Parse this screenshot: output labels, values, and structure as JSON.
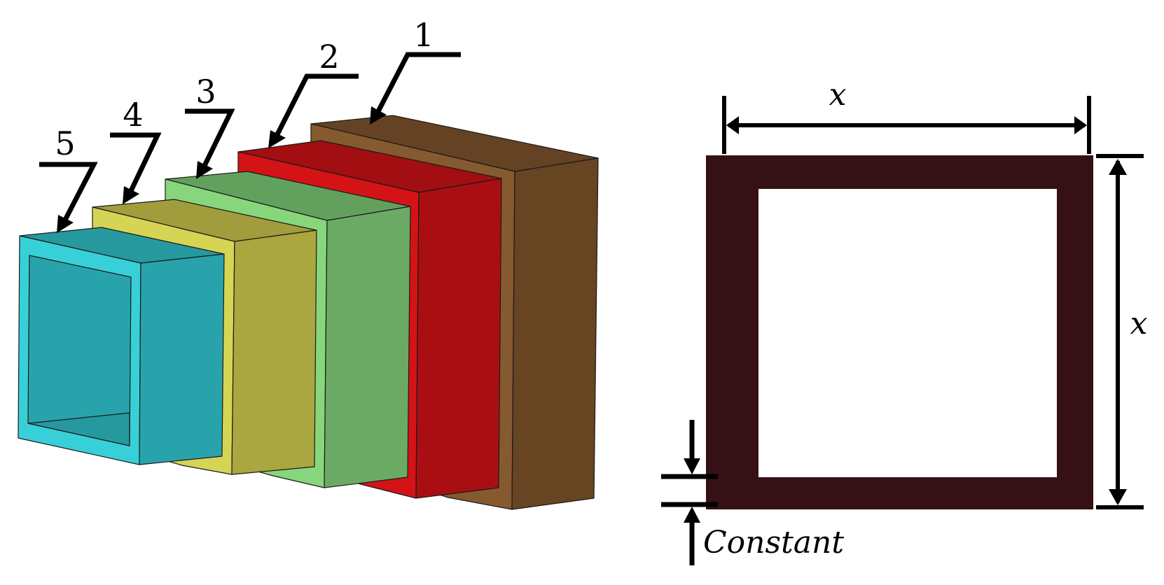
{
  "figure": {
    "left_panel": {
      "description": "Five nested square hollow tubes in isometric view",
      "tubes": [
        {
          "label": "1",
          "front_color": "#855a2f",
          "side_color": "#674422",
          "top_color": "#654223"
        },
        {
          "label": "2",
          "front_color": "#d41317",
          "side_color": "#a90f12",
          "top_color": "#a20e11"
        },
        {
          "label": "3",
          "front_color": "#88d67c",
          "side_color": "#6aaa65",
          "top_color": "#62a15d"
        },
        {
          "label": "4",
          "front_color": "#d6d454",
          "side_color": "#aaa640",
          "top_color": "#a19d3d"
        },
        {
          "label": "5",
          "front_color": "#38d0d8",
          "side_color": "#29a3ab",
          "top_color": "#26999f"
        }
      ]
    },
    "right_panel": {
      "description": "Square hollow cross-section with dimensions",
      "section_color": "#351014",
      "width_label": "x",
      "height_label": "x",
      "thickness_label": "Constant"
    }
  }
}
